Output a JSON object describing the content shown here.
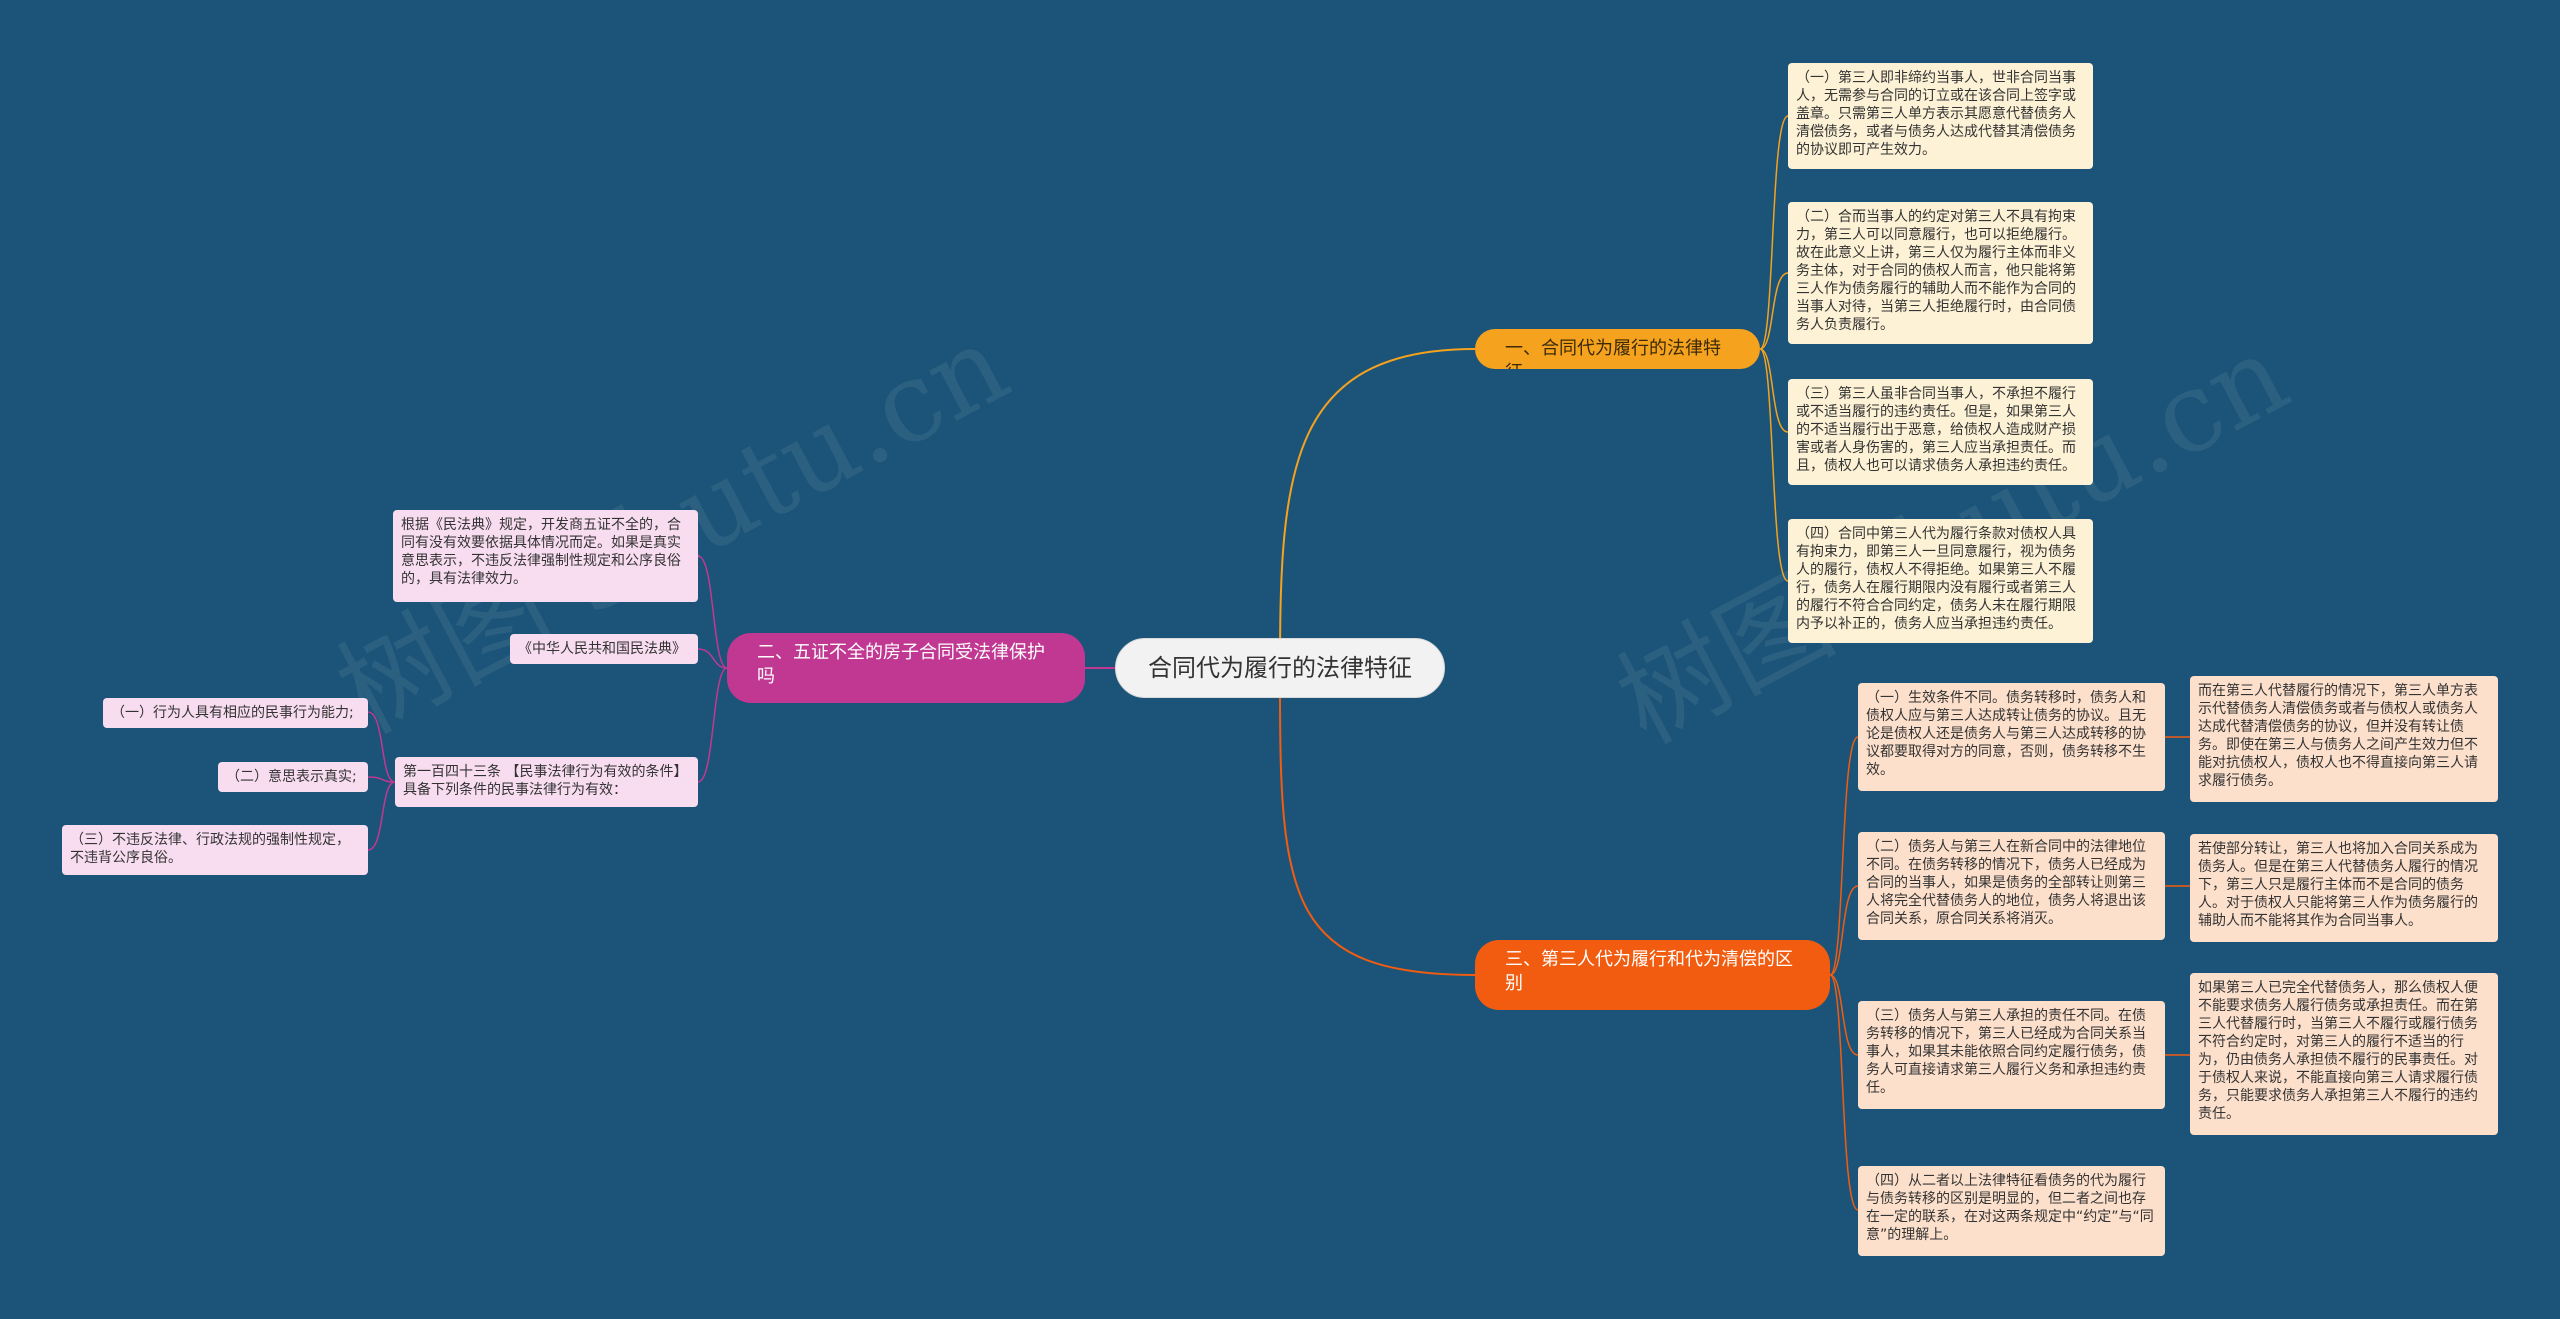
{
  "root": {
    "label": "合同代为履行的法律特征"
  },
  "branches": [
    {
      "key": "b1",
      "label": "一、合同代为履行的法律特征",
      "color": "#f5a21e",
      "items": [
        "（一）第三人即非缔约当事人，世非合同当事人，无需参与合同的订立或在该合同上签字或盖章。只需第三人单方表示其愿意代替债务人清偿债务，或者与债务人达成代替其清偿债务的协议即可产生效力。",
        "（二）合而当事人的约定对第三人不具有拘束力，第三人可以同意履行，也可以拒绝履行。故在此意义上讲，第三人仅为履行主体而非义务主体，对于合同的债权人而言，他只能将第三人作为债务履行的辅助人而不能作为合同的当事人对待，当第三人拒绝履行时，由合同债务人负责履行。",
        "（三）第三人虽非合同当事人，不承担不履行或不适当履行的违约责任。但是，如果第三人的不适当履行出于恶意，给债权人造成财产损害或者人身伤害的，第三人应当承担责任。而且，债权人也可以请求债务人承担违约责任。",
        "（四）合同中第三人代为履行条款对债权人具有拘束力，即第三人一旦同意履行，视为债务人的履行，债权人不得拒绝。如果第三人不履行，债务人在履行期限内没有履行或者第三人的履行不符合合同约定，债务人未在履行期限内予以补正的，债务人应当承担违约责任。"
      ]
    },
    {
      "key": "b2",
      "label": "二、五证不全的房子合同受法律保护吗",
      "color": "#c13893",
      "items": [
        "根据《民法典》规定，开发商五证不全的，合同有没有效要依据具体情况而定。如果是真实意思表示，不违反法律强制性规定和公序良俗的，具有法律效力。",
        "《中华人民共和国民法典》",
        "第一百四十三条 【民事法律行为有效的条件】具备下列条件的民事法律行为有效："
      ],
      "sub_items": [
        "（一）行为人具有相应的民事行为能力;",
        "（二）意思表示真实;",
        "（三）不违反法律、行政法规的强制性规定，不违背公序良俗。"
      ]
    },
    {
      "key": "b3",
      "label": "三、第三人代为履行和代为清偿的区别",
      "color": "#f25c10",
      "items": [
        "（一）生效条件不同。债务转移时，债务人和债权人应与第三人达成转让债务的协议。且无论是债权人还是债务人与第三人达成转移的协议都要取得对方的同意，否则，债务转移不生效。",
        "（二）债务人与第三人在新合同中的法律地位不同。在债务转移的情况下，债务人已经成为合同的当事人，如果是债务的全部转让则第三人将完全代替债务人的地位，债务人将退出该合同关系，原合同关系将消灭。",
        "（三）债务人与第三人承担的责任不同。在债务转移的情况下，第三人已经成为合同关系当事人，如果其未能依照合同约定履行债务，债务人可直接请求第三人履行义务和承担违约责任。",
        "（四）从二者以上法律特征看债务的代为履行与债务转移的区别是明显的，但二者之间也存在一定的联系，在对这两条规定中“约定”与“同意”的理解上。"
      ],
      "details": [
        "而在第三人代替履行的情况下，第三人单方表示代替债务人清偿债务或者与债权人或债务人达成代替清偿债务的协议，但并没有转让债务。即使在第三人与债务人之间产生效力但不能对抗债权人，债权人也不得直接向第三人请求履行债务。",
        "若使部分转让，第三人也将加入合同关系成为债务人。但是在第三人代替债务人履行的情况下，第三人只是履行主体而不是合同的债务人。对于债权人只能将第三人作为债务履行的辅助人而不能将其作为合同当事人。",
        "如果第三人已完全代替债务人，那么债权人便不能要求债务人履行债务或承担责任。而在第三人代替履行时，当第三人不履行或履行债务不符合约定时，对第三人的履行不适当的行为，仍由债务人承担债不履行的民事责任。对于债权人来说，不能直接向第三人请求履行债务，只能要求债务人承担第三人不履行的违约责任。"
      ]
    }
  ],
  "watermark": {
    "text": "树图 shutu.cn"
  }
}
